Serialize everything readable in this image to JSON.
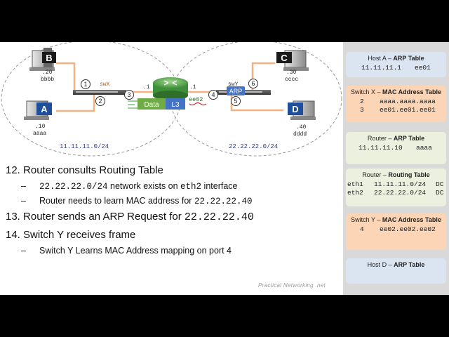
{
  "diagram": {
    "hosts": {
      "A": {
        "letter": "A",
        "ip": ".10",
        "mac": "aaaa"
      },
      "B": {
        "letter": "B",
        "ip": ".20",
        "mac": "bbbb"
      },
      "C": {
        "letter": "C",
        "ip": ".30",
        "mac": "cccc"
      },
      "D": {
        "letter": "D",
        "ip": ".40",
        "mac": "dddd"
      }
    },
    "switch_x": "swX",
    "switch_y": "swY",
    "ports": [
      "1",
      "2",
      "3",
      "4",
      "5",
      "6"
    ],
    "router_ip_left": ".1",
    "router_ip_right": ".1",
    "router_mac": "ee02",
    "frame_data": "Data",
    "frame_l3": "L3",
    "arp_label": "ARP",
    "network_left": "11.11.11.0/24",
    "network_right": "22.22.22.0/24"
  },
  "steps": [
    {
      "num": "12.",
      "text": "Router consults Routing Table"
    },
    {
      "prefix": "22.22.22.0/24",
      "mid": " network exists on ",
      "code": "eth2",
      "suffix": " interface"
    },
    {
      "text": "Router needs to learn MAC address for ",
      "code": "22.22.22.40"
    },
    {
      "num": "13.",
      "text": "Router sends an ARP Request for ",
      "code": "22.22.22.40"
    },
    {
      "num": "14.",
      "text": "Switch Y receives frame"
    },
    {
      "text": "Switch Y Learns MAC Address mapping on port 4"
    }
  ],
  "dash": "–",
  "footer": "Practical Networking .net",
  "tables": {
    "host_a": {
      "device": "Host A – ",
      "kind": "ARP Table",
      "rows": [
        [
          "11.11.11.1",
          "ee01"
        ]
      ]
    },
    "switch_x": {
      "device": "Switch X – ",
      "kind": "MAC Address Table",
      "rows": [
        [
          "2",
          "aaaa.aaaa.aaaa"
        ],
        [
          "3",
          "ee01.ee01.ee01"
        ]
      ]
    },
    "router_arp": {
      "device": "Router – ",
      "kind": "ARP Table",
      "rows": [
        [
          "11.11.11.10",
          "aaaa"
        ]
      ]
    },
    "router_rt": {
      "device": "Router – ",
      "kind": "Routing Table",
      "rows": [
        [
          "eth1",
          "11.11.11.0/24",
          "DC"
        ],
        [
          "eth2",
          "22.22.22.0/24",
          "DC"
        ]
      ]
    },
    "switch_y": {
      "device": "Switch Y – ",
      "kind": "MAC Address Table",
      "rows": [
        [
          "4",
          "ee02.ee02.ee02"
        ]
      ]
    },
    "host_d": {
      "device": "Host D – ",
      "kind": "ARP Table",
      "rows": []
    }
  },
  "colors": {
    "blue_card": "#dbe5f1",
    "orange_card": "#fbd5b5",
    "green_card": "#ebf1de",
    "gray_card": "#f2f2f2",
    "link": "#f4b183",
    "net_text": "#2f3f8f"
  }
}
